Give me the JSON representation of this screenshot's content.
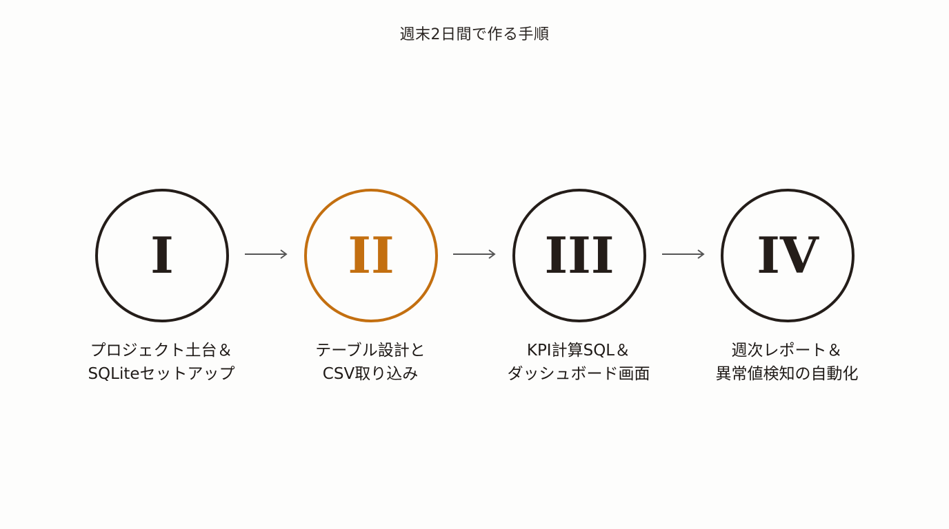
{
  "title": "週末2日間で作る手順",
  "accent_color": "#c36f10",
  "steps": [
    {
      "numeral": "I",
      "label_line1": "プロジェクト土台＆",
      "label_line2": "SQLiteセットアップ",
      "active": false
    },
    {
      "numeral": "II",
      "label_line1": "テーブル設計と",
      "label_line2": "CSV取り込み",
      "active": true
    },
    {
      "numeral": "III",
      "label_line1": "KPI計算SQL＆",
      "label_line2": "ダッシュボード画面",
      "active": false
    },
    {
      "numeral": "IV",
      "label_line1": "週次レポート＆",
      "label_line2": "異常値検知の自動化",
      "active": false
    }
  ],
  "connectors": [
    "arrow-right",
    "arrow-right",
    "arrow-right"
  ]
}
